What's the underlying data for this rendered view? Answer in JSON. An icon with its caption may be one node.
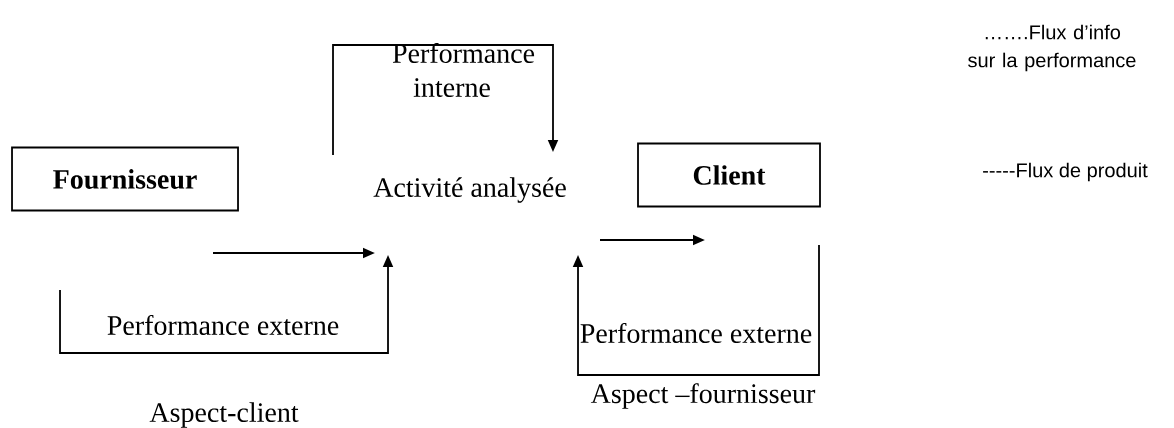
{
  "diagram": {
    "nodes": [
      {
        "text": [
          "Fournisseur"
        ]
      },
      {
        "text": [
          "Activité analysée"
        ]
      },
      {
        "text": [
          "Client"
        ]
      }
    ],
    "edges": [
      {
        "from": 0,
        "to": 1,
        "arrow": "to"
      },
      {
        "from": 1,
        "to": 2,
        "arrow": "to"
      },
      {
        "from": 1,
        "to": 1,
        "arrow": "to"
      },
      {
        "from": 0,
        "to": 1,
        "arrow": "to"
      },
      {
        "from": 2,
        "to": 1,
        "arrow": "to"
      }
    ],
    "labels": [
      "Performance interne",
      "Performance externe",
      "Aspect-client",
      "Performance externe",
      "Aspect –fournisseur",
      "…….Flux d’info sur la performance",
      "-----Flux de produit"
    ]
  }
}
